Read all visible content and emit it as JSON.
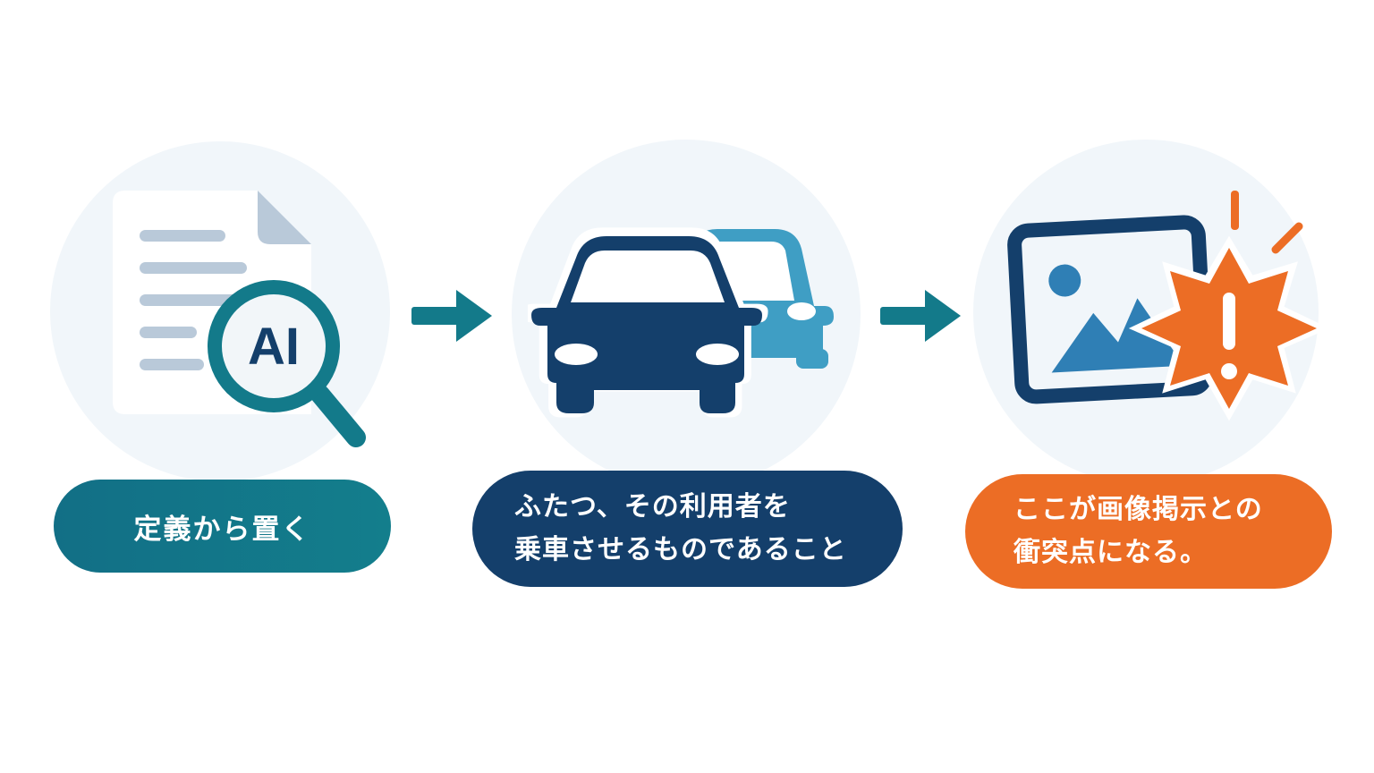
{
  "steps": [
    {
      "label": "定義から置く",
      "icon_text": "AI",
      "icon": "document-ai-search-icon",
      "color": "#137a8a"
    },
    {
      "label_lines": [
        "ふたつ、その利用者を",
        "乗車させるものであること"
      ],
      "icon": "two-cars-icon",
      "color": "#143f6b"
    },
    {
      "label_lines": [
        "ここが画像掲示との",
        "衝突点になる。"
      ],
      "icon": "image-warning-icon",
      "color": "#ec6d25"
    }
  ],
  "arrows": [
    "arrow-right-icon",
    "arrow-right-icon"
  ],
  "colors": {
    "teal": "#137a8a",
    "navy": "#143f6b",
    "light_blue": "#3f9ec4",
    "orange": "#ec6d25",
    "circle_bg": "#f1f6fa",
    "doc_lines": "#b8c8d8"
  }
}
